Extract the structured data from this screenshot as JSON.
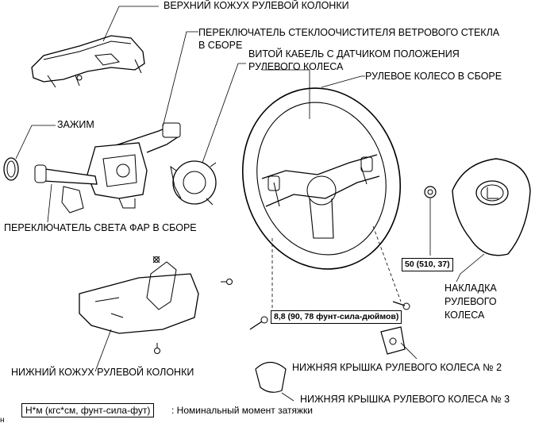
{
  "labels": {
    "upper_cover": "ВЕРХНИЙ КОЖУХ РУЛЕВОЙ КОЛОНКИ",
    "wiper_switch_1": "ПЕРЕКЛЮЧАТЕЛЬ СТЕКЛООЧИСТИТЕЛЯ ВЕТРОВОГО СТЕКЛА",
    "wiper_switch_2": "В СБОРЕ",
    "spiral_cable_1": "ВИТОЙ КАБЕЛЬ С ДАТЧИКОМ ПОЛОЖЕНИЯ",
    "spiral_cable_2": "РУЛЕВОГО КОЛЕСА",
    "steering_wheel": "РУЛЕВОЕ КОЛЕСО В СБОРЕ",
    "clamp": "ЗАЖИМ",
    "headlight_switch": "ПЕРЕКЛЮЧАТЕЛЬ СВЕТА ФАР В СБОРЕ",
    "pad_1": "НАКЛАДКА",
    "pad_2": "РУЛЕВОГО",
    "pad_3": "КОЛЕСА",
    "lower_cover": "НИЖНИЙ КОЖУХ РУЛЕВОЙ КОЛОНКИ",
    "lower_wheel_cover_2": "НИЖНЯЯ КРЫШКА РУЛЕВОГО КОЛЕСА № 2",
    "lower_wheel_cover_3": "НИЖНЯЯ КРЫШКА РУЛЕВОГО КОЛЕСА № 3"
  },
  "torque": {
    "nut": "50 (510, 37)",
    "screw": "8,8 (90, 78 фунт-сила-дюймов)"
  },
  "legend": {
    "box": "Н*м (кгс*см, фунт-сила-фут)",
    "text": ": Номинальный момент затяжки"
  },
  "corner_mark": "н"
}
